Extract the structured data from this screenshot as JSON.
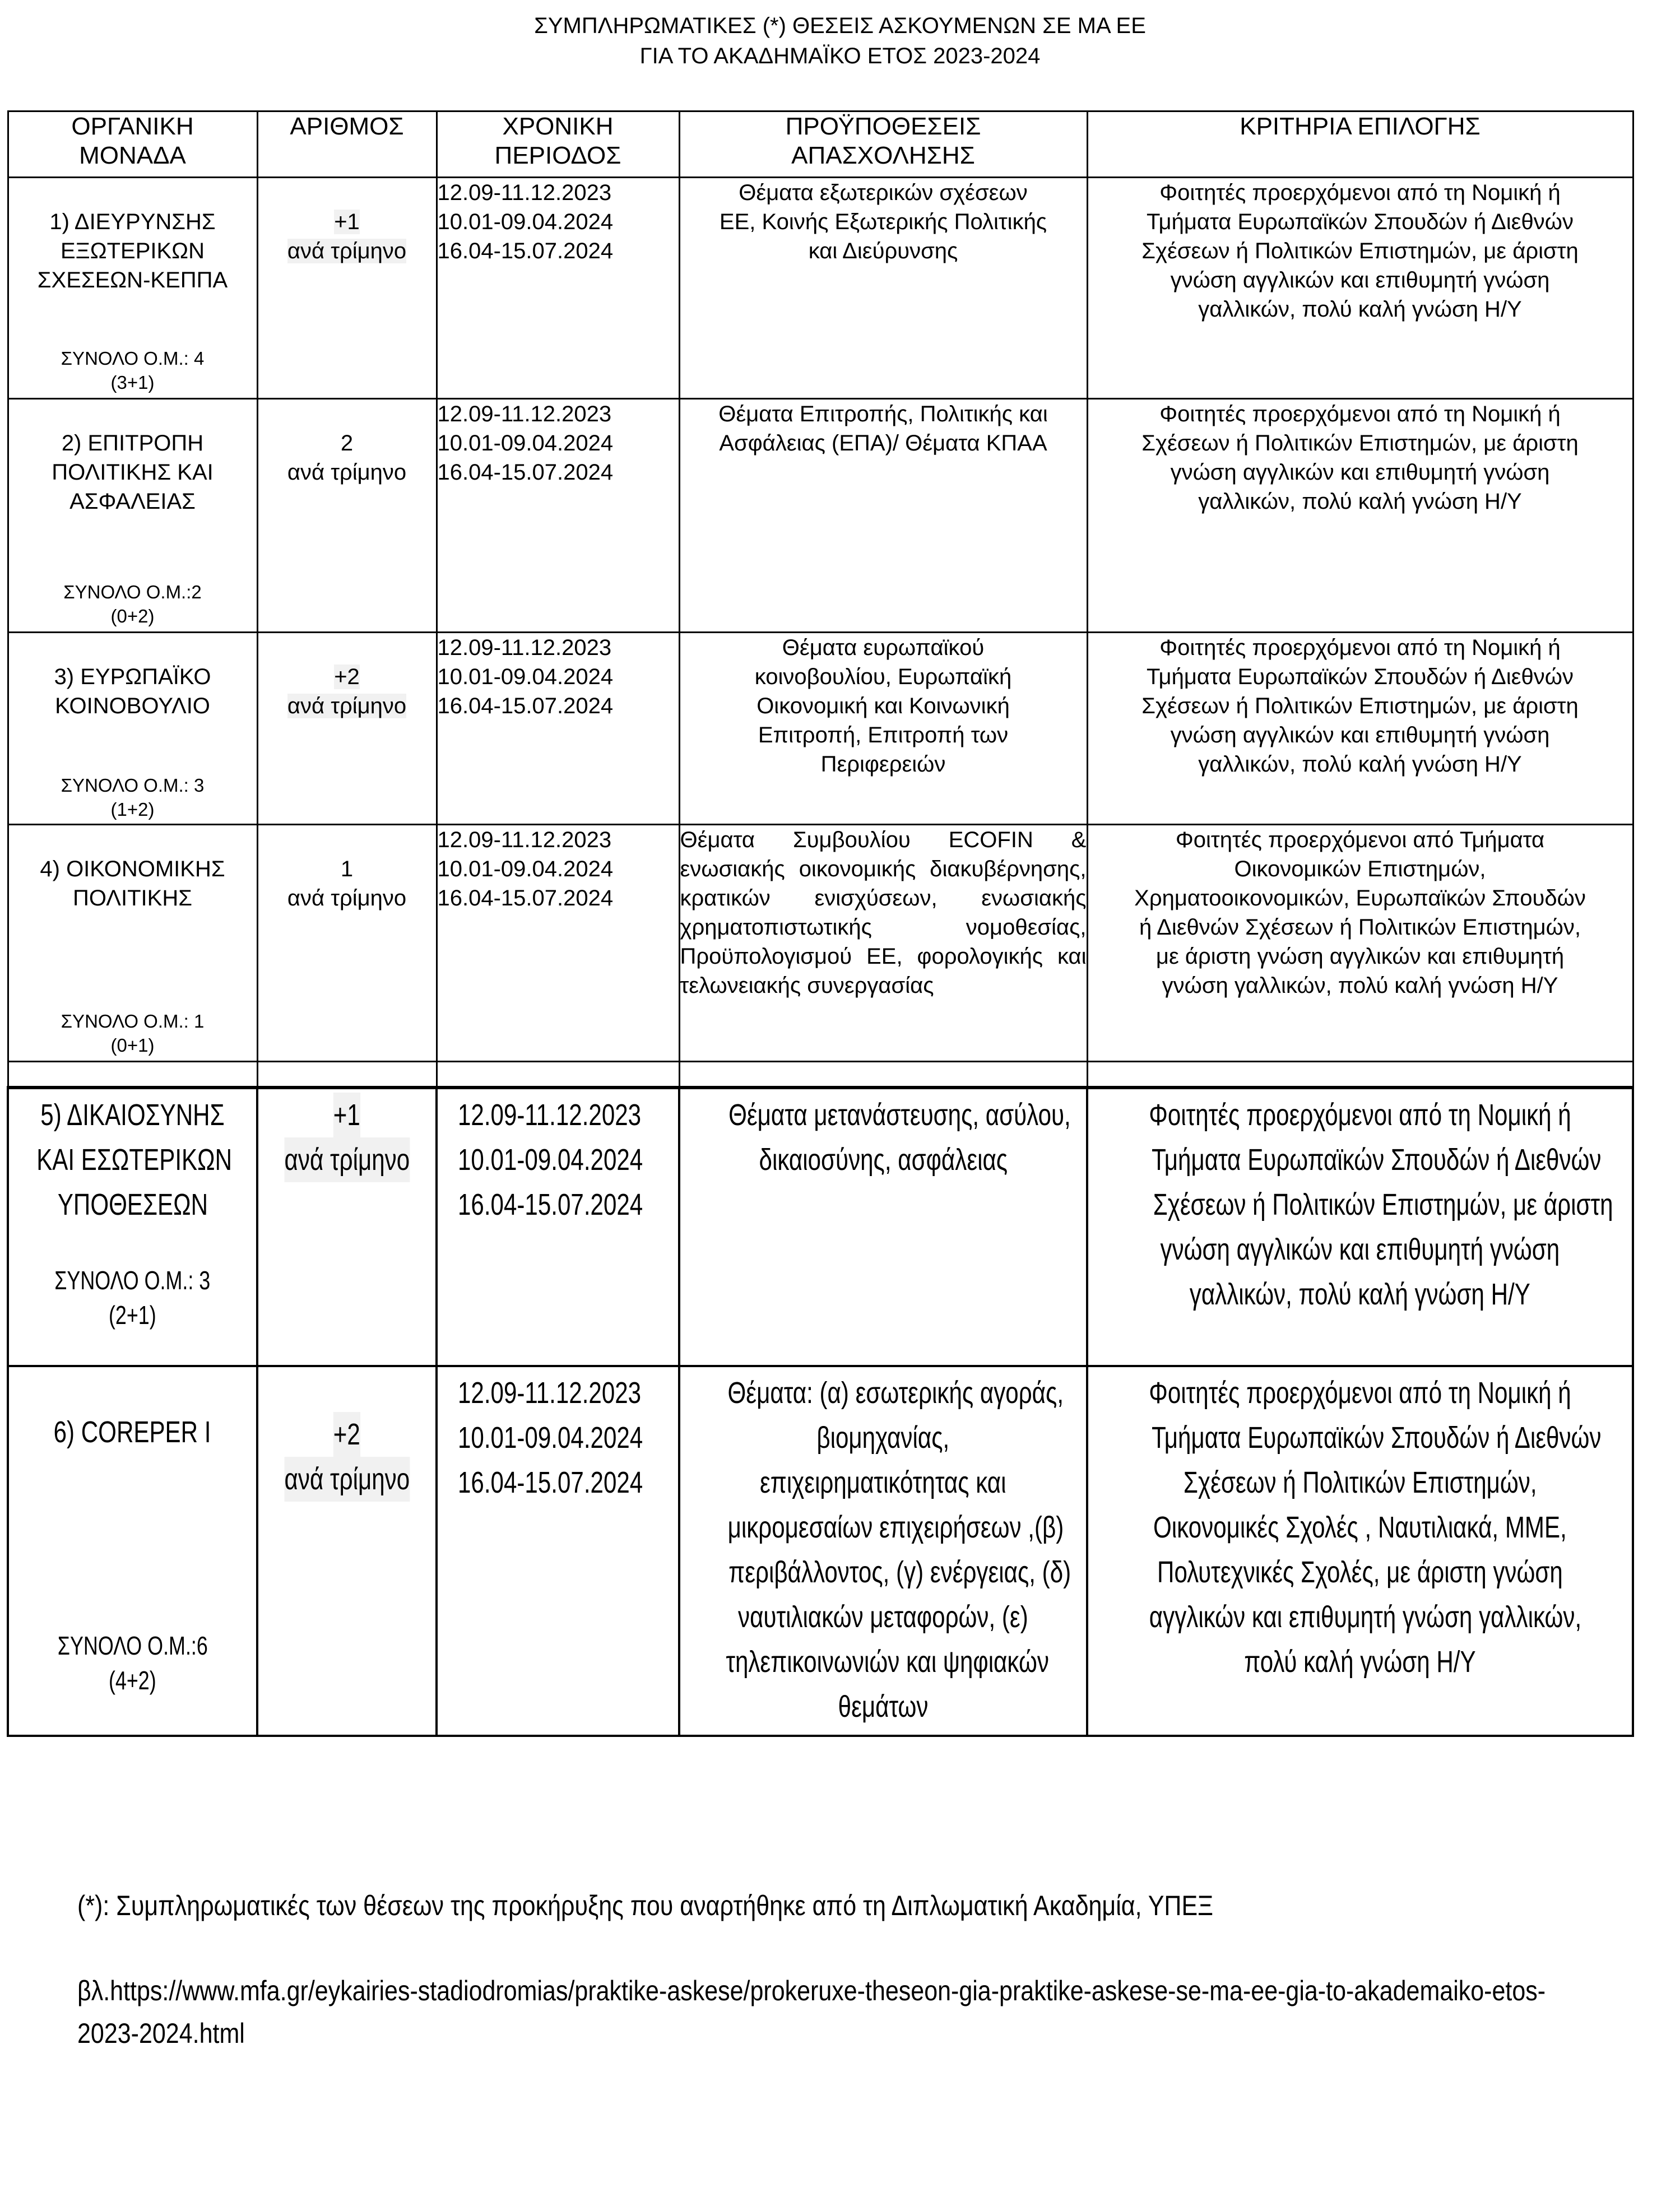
{
  "title": {
    "line1": "ΣΥΜΠΛΗΡΩΜΑΤΙΚΕΣ (*) ΘΕΣΕΙΣ ΑΣΚΟΥΜΕΝΩΝ ΣΕ ΜΑ ΕΕ",
    "line2": "ΓΙΑ ΤΟ ΑΚΑΔΗΜΑΪΚΟ ΕΤΟΣ 2023-2024"
  },
  "headers": {
    "unit": [
      "ΟΡΓΑΝΙΚΗ",
      "ΜΟΝΑΔΑ"
    ],
    "number": [
      "ΑΡΙΘΜΟΣ"
    ],
    "period": [
      "ΧΡΟΝΙΚΗ",
      "ΠΕΡΙΟΔΟΣ"
    ],
    "conditions": [
      "ΠΡΟΫΠΟΘΕΣΕΙΣ",
      "ΑΠΑΣΧΟΛΗΣΗΣ"
    ],
    "criteria": [
      "ΚΡΙΤΗΡΙΑ ΕΠΙΛΟΓΗΣ"
    ]
  },
  "periods": [
    "12.09-11.12.2023",
    "10.01-09.04.2024",
    "16.04-15.07.2024"
  ],
  "rows": [
    {
      "unit": [
        "1) ΔΙΕΥΡΥΝΣΗΣ",
        "ΕΞΩΤΕΡΙΚΩΝ",
        "ΣΧΕΣΕΩΝ-ΚΕΠΠΑ"
      ],
      "total": [
        "ΣΥΝΟΛΟ Ο.Μ.: 4",
        "(3+1)"
      ],
      "number": [
        "+1",
        "ανά τρίμηνο"
      ],
      "conditions": [
        "Θέματα εξωτερικών σχέσεων",
        "ΕΕ, Κοινής Εξωτερικής Πολιτικής",
        "και Διεύρυνσης"
      ],
      "criteria": [
        "Φοιτητές προερχόμενοι από τη Νομική ή",
        "Τμήματα Ευρωπαϊκών Σπουδών ή Διεθνών",
        "Σχέσεων ή Πολιτικών Επιστημών, με άριστη",
        "γνώση αγγλικών και επιθυμητή γνώση",
        "γαλλικών, πολύ καλή γνώση Η/Υ"
      ]
    },
    {
      "unit": [
        "2) ΕΠΙΤΡΟΠΗ",
        "ΠΟΛΙΤΙΚΗΣ  ΚΑΙ",
        "ΑΣΦΑΛΕΙΑΣ"
      ],
      "total": [
        "ΣΥΝΟΛΟ Ο.Μ.:2",
        "(0+2)"
      ],
      "number": [
        "2",
        "ανά τρίμηνο"
      ],
      "conditions": [
        "Θέματα Επιτροπής, Πολιτικής και",
        "Ασφάλειας (ΕΠΑ)/ Θέματα ΚΠΑΑ"
      ],
      "criteria": [
        "Φοιτητές προερχόμενοι από τη Νομική ή",
        "Σχέσεων ή Πολιτικών Επιστημών, με άριστη",
        "γνώση αγγλικών και επιθυμητή γνώση",
        "γαλλικών, πολύ καλή γνώση Η/Υ"
      ]
    },
    {
      "unit": [
        "3) ΕΥΡΩΠΑΪΚΟ",
        "ΚΟΙΝΟΒΟΥΛΙΟ"
      ],
      "total": [
        "ΣΥΝΟΛΟ Ο.Μ.: 3",
        "(1+2)"
      ],
      "number": [
        "+2",
        "ανά τρίμηνο"
      ],
      "conditions": [
        "Θέματα ευρωπαϊκού",
        "κοινοβουλίου, Ευρωπαϊκή",
        "Οικονομική και Κοινωνική",
        "Επιτροπή, Επιτροπή των",
        "Περιφερειών"
      ],
      "criteria": [
        "Φοιτητές προερχόμενοι από τη Νομική ή",
        "Τμήματα Ευρωπαϊκών Σπουδών ή Διεθνών",
        "Σχέσεων ή Πολιτικών Επιστημών, με άριστη",
        "γνώση αγγλικών και επιθυμητή γνώση",
        "γαλλικών, πολύ καλή γνώση Η/Υ"
      ]
    },
    {
      "unit": [
        "4) ΟΙΚΟΝΟΜΙΚΗΣ",
        "ΠΟΛΙΤΙΚΗΣ"
      ],
      "total": [
        "ΣΥΝΟΛΟ Ο.Μ.: 1",
        "(0+1)"
      ],
      "number": [
        "1",
        "ανά τρίμηνο"
      ],
      "conditions": [
        "Θέματα Συμβουλίου ECOFIN & ενωσιακής οικονομικής διακυβέρνησης, κρατικών ενισχύσεων, ενωσιακής χρηματοπιστωτικής νομοθεσίας, Προϋπολογισμού ΕΕ, φορολογικής και τελωνειακής συνεργασίας"
      ],
      "criteria": [
        "Φοιτητές προερχόμενοι από Τμήματα",
        "Οικονομικών Επιστημών,",
        "Χρηματοοικονομικών, Ευρωπαϊκών Σπουδών",
        "ή Διεθνών Σχέσεων ή Πολιτικών Επιστημών,",
        "με άριστη γνώση αγγλικών και επιθυμητή",
        "γνώση γαλλικών, πολύ καλή γνώση Η/Υ"
      ]
    },
    {
      "unit": [
        "5) ΔΙΚΑΙΟΣΥΝΗΣ",
        "ΚΑΙ ΕΣΩΤΕΡΙΚΩΝ",
        "ΥΠΟΘΕΣΕΩΝ"
      ],
      "total": [
        "ΣΥΝΟΛΟ Ο.Μ.: 3",
        "(2+1)"
      ],
      "number": [
        "+1",
        "ανά τρίμηνο"
      ],
      "conditions": [
        "Θέματα μετανάστευσης, ασύλου,",
        "δικαιοσύνης, ασφάλειας"
      ],
      "criteria": [
        "Φοιτητές προερχόμενοι από τη Νομική ή",
        "Τμήματα Ευρωπαϊκών Σπουδών ή Διεθνών",
        "Σχέσεων ή Πολιτικών Επιστημών, με άριστη",
        "γνώση αγγλικών και επιθυμητή γνώση",
        "γαλλικών, πολύ καλή γνώση Η/Υ"
      ]
    },
    {
      "unit": [
        "6) COREPER I"
      ],
      "total": [
        "ΣΥΝΟΛΟ Ο.Μ.:6",
        "(4+2)"
      ],
      "number": [
        "+2",
        "ανά τρίμηνο"
      ],
      "conditions": [
        "Θέματα: (α) εσωτερικής αγοράς,",
        "βιομηχανίας,",
        "επιχειρηματικότητας και",
        "μικρομεσαίων επιχειρήσεων ,(β)",
        "περιβάλλοντος, (γ) ενέργειας, (δ)",
        "ναυτιλιακών μεταφορών, (ε)",
        "τηλεπικοινωνιών και ψηφιακών",
        "θεμάτων"
      ],
      "criteria": [
        "Φοιτητές προερχόμενοι από τη Νομική ή",
        "Τμήματα Ευρωπαϊκών Σπουδών ή Διεθνών",
        "Σχέσεων ή Πολιτικών Επιστημών,",
        "Οικονομικές Σχολές , Ναυτιλιακά, ΜΜΕ,",
        "Πολυτεχνικές Σχολές, με άριστη γνώση",
        "αγγλικών και επιθυμητή γνώση γαλλικών,",
        "πολύ καλή γνώση Η/Υ"
      ]
    }
  ],
  "footnote": {
    "line1": "(*): Συμπληρωματικές των θέσεων της προκήρυξης που αναρτήθηκε από τη Διπλωματική Ακαδημία, ΥΠΕΞ",
    "line2": "βλ.https://www.mfa.gr/eykairies-stadiodromias/praktike-askese/prokeruxe-theseon-gia-praktike-askese-se-ma-ee-gia-to-akademaiko-etos-",
    "line3": "2023-2024.html"
  }
}
